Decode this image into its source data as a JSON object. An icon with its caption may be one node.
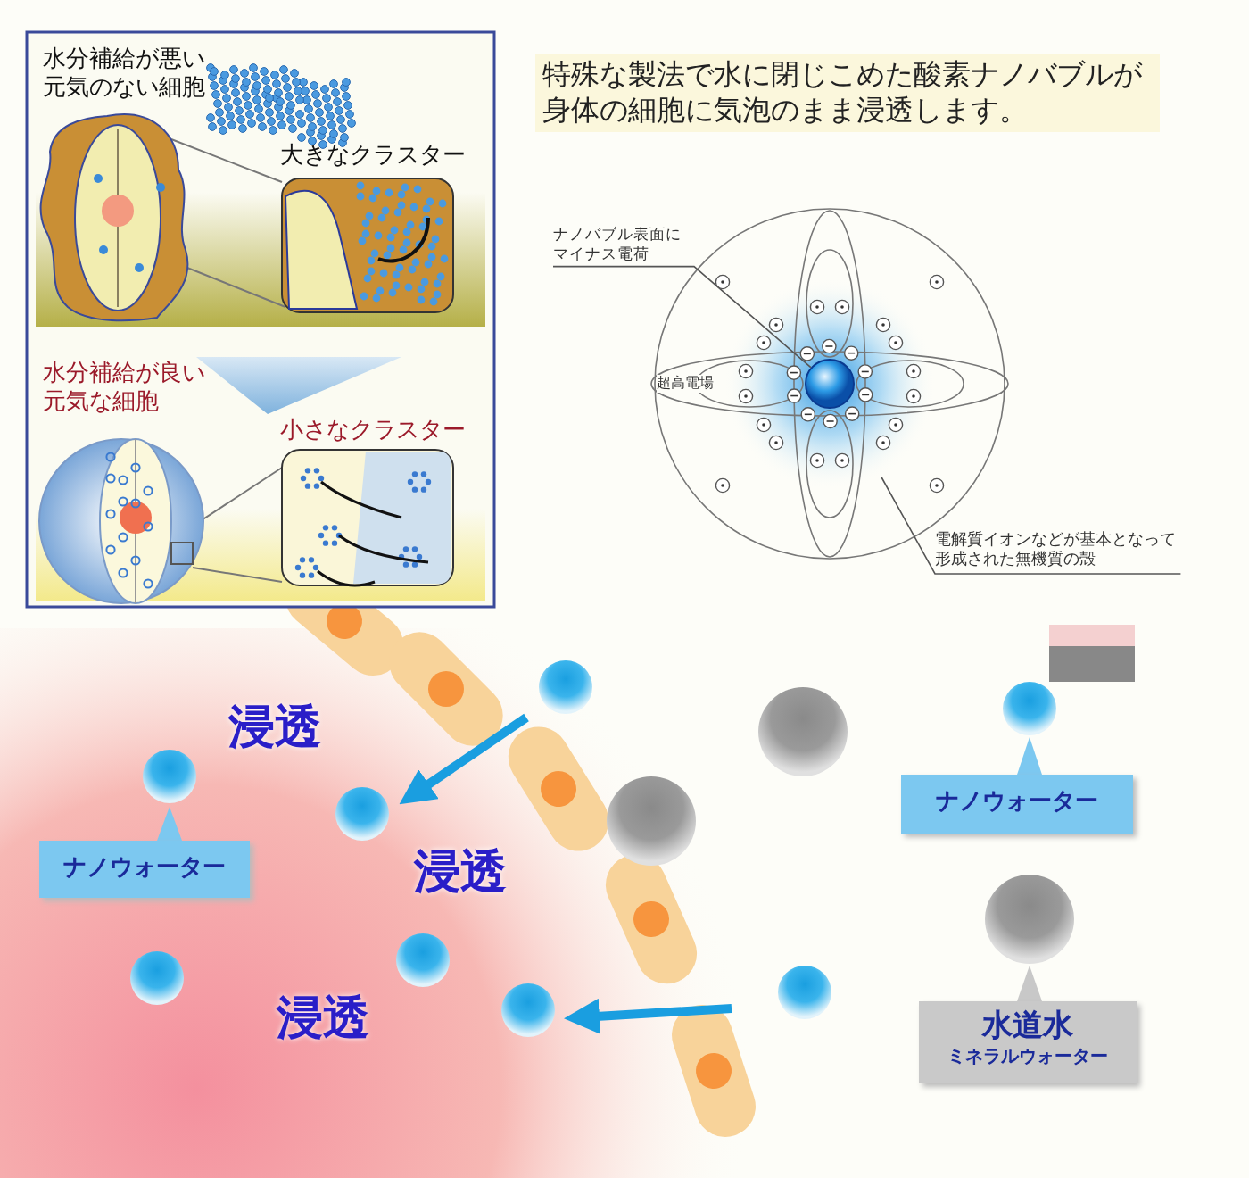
{
  "diagram": {
    "title": "特殊な製法で水に閉じこめた酸素ナノバブルが身体の細胞に気泡のまま浸透します。",
    "nodes": [
      {
        "text": [
          "ナノバブル表面にマイナス電荷"
        ]
      },
      {
        "text": [],
        "shape": "circle"
      },
      {
        "text": [],
        "shape": "circle",
        "in": 1
      },
      {
        "text": [
          "電解質イオンなどが基本となって形成された無機質の殻"
        ]
      }
    ],
    "edges": [
      {
        "from": 0,
        "to": 2,
        "arrow": "none"
      },
      {
        "from": 3,
        "to": 1,
        "arrow": "none"
      }
    ],
    "labels": [
      "水分補給が悪い元気のない細胞",
      "大きなクラスター",
      "水分補給が良い元気な細胞",
      "小さなクラスター",
      "超高電場",
      "浸透",
      "ナノウォーター",
      "ナノウォーター",
      "浸透",
      "浸透",
      "水道水",
      "ミネラルウォーター"
    ]
  }
}
